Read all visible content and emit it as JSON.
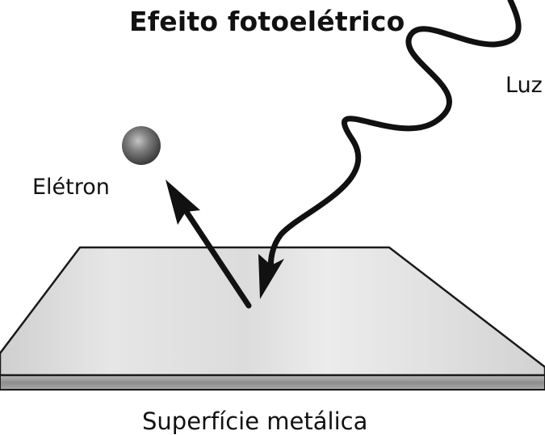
{
  "title": "Efeito fotoelétrico",
  "labels": {
    "light": "Luz",
    "electron": "Elétron",
    "surface": "Superfície metálica"
  },
  "colors": {
    "stroke": "#111111",
    "plate_top": "#e2e2e2",
    "plate_edge": "#9a9a9a",
    "electron": "#6e6e6e",
    "background": "#ffffff"
  }
}
